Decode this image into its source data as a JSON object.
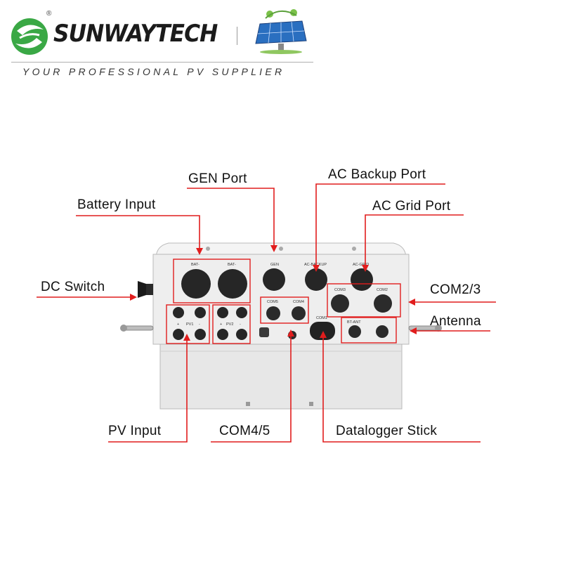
{
  "header": {
    "brand": "SUNWAYTECH",
    "registered": "®",
    "tagline": "YOUR PROFESSIONAL PV SUPPLIER"
  },
  "colors": {
    "arrow": "#e11d1d",
    "brand_green": "#3aa845",
    "brand_dark": "#1b1b1b",
    "device_body": "#eeeeee",
    "connector": "#262626"
  },
  "callouts": {
    "battery_input": "Battery Input",
    "gen_port": "GEN Port",
    "ac_backup_port": "AC Backup Port",
    "ac_grid_port": "AC Grid Port",
    "dc_switch": "DC Switch",
    "com2_3": "COM2/3",
    "antenna": "Antenna",
    "pv_input": "PV Input",
    "com4_5": "COM4/5",
    "datalogger_stick": "Datalogger Stick"
  },
  "device_labels": {
    "bat_minus": "BAT-",
    "bat_plus": "BAT-",
    "gen": "GEN",
    "ac_backup": "AC-BACKUP",
    "ac_grid": "AC-GRID",
    "com3": "COM3",
    "com2": "COM2",
    "com5": "COM5",
    "com4": "COM4",
    "com1": "COM1",
    "bt_ant": "BT-ANT",
    "pv1": "PV1",
    "pv2": "PV2",
    "plus": "+",
    "minus": "-"
  }
}
